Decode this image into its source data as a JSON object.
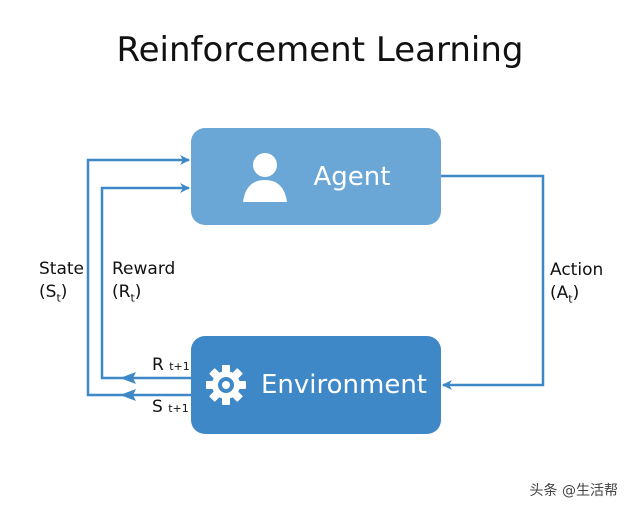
{
  "title": "Reinforcement Learning",
  "agent": {
    "label": "Agent",
    "icon": "person-icon"
  },
  "environment": {
    "label": "Environment",
    "icon": "gear-icon"
  },
  "edges": {
    "state": {
      "label": "State",
      "symbol": "S",
      "sub": "t"
    },
    "reward": {
      "label": "Reward",
      "symbol": "R",
      "sub": "t"
    },
    "action": {
      "label": "Action",
      "symbol": "A",
      "sub": "t"
    },
    "next_reward": {
      "symbol": "R",
      "sub": "t+1"
    },
    "next_state": {
      "symbol": "S",
      "sub": "t+1"
    }
  },
  "watermark": "头条 @生活帮",
  "colors": {
    "agent": "#6aa6d6",
    "environment": "#3f88c8",
    "arrow": "#3f88c8"
  }
}
